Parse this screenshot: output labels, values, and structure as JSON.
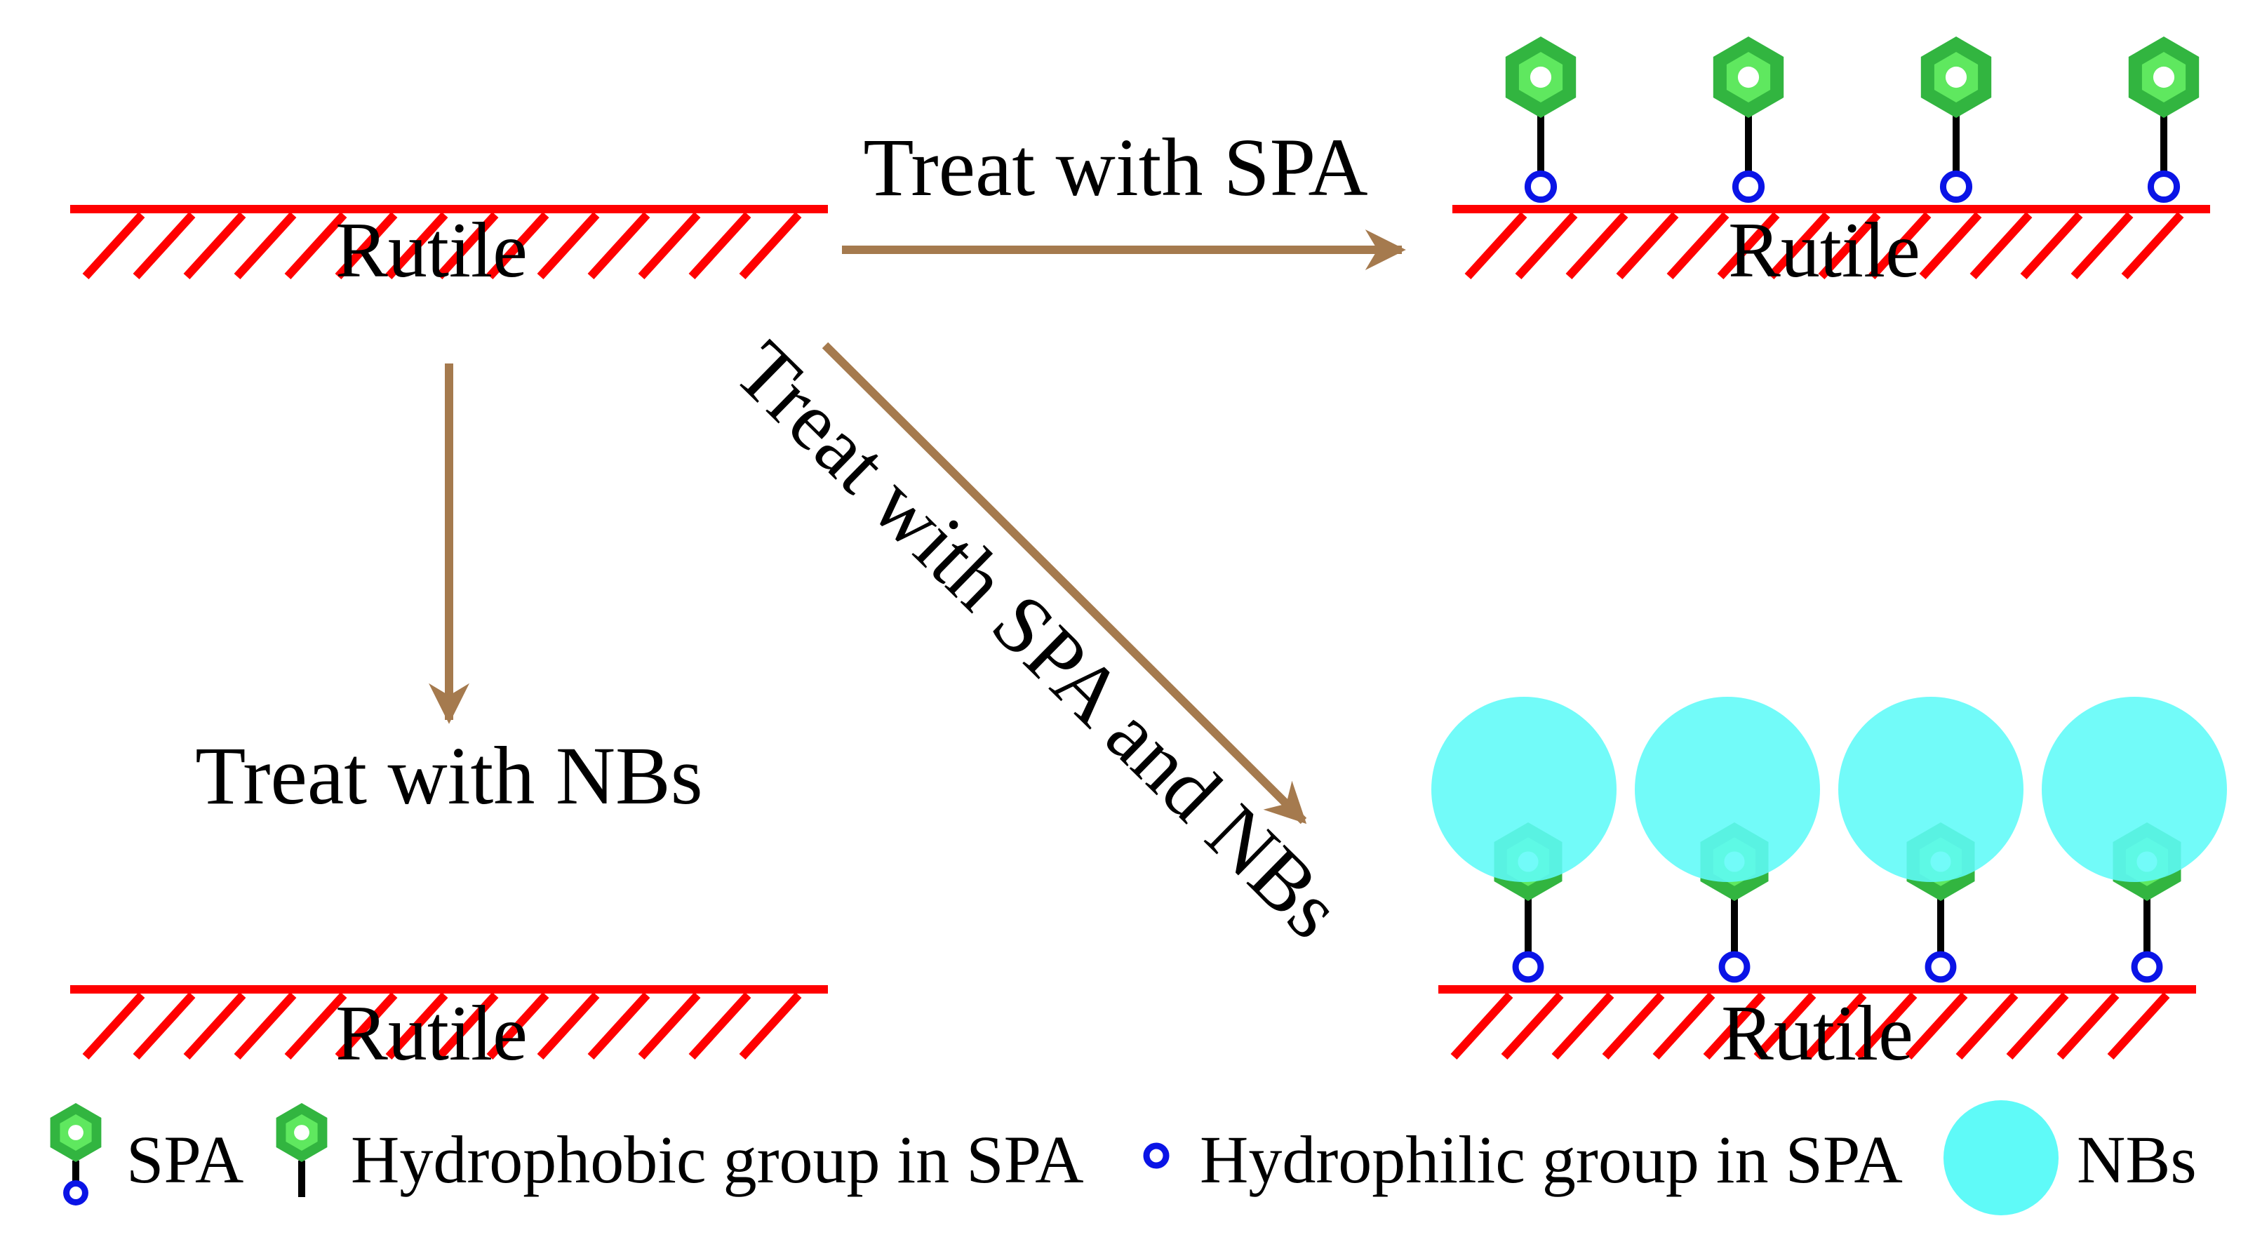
{
  "colors": {
    "surface": "#ff0000",
    "arrow": "#a57a4e",
    "hydrophobic_outer": "#32b540",
    "hydrophobic_inner": "#5fe85f",
    "hydrophilic": "#0a14e6",
    "nbs": "#5ffaf8",
    "stem": "#000000"
  },
  "panels": {
    "top_left": {
      "label": "Rutile"
    },
    "top_right": {
      "label": "Rutile"
    },
    "bottom_left": {
      "label": "Rutile"
    },
    "bottom_right": {
      "label": "Rutile"
    }
  },
  "arrows": {
    "right": {
      "label": "Treat with SPA"
    },
    "down": {
      "label": "Treat with NBs"
    },
    "diagonal": {
      "label": "Treat with SPA and NBs"
    }
  },
  "legend": {
    "spa": "SPA",
    "hydrophobic": "Hydrophobic group in SPA",
    "hydrophilic": "Hydrophilic group in SPA",
    "nbs": "NBs"
  },
  "icons": {
    "spa": "spa-molecule-icon",
    "hydrophobic": "hexagon-icon",
    "hydrophilic": "circle-icon",
    "nbs": "bubble-icon"
  }
}
